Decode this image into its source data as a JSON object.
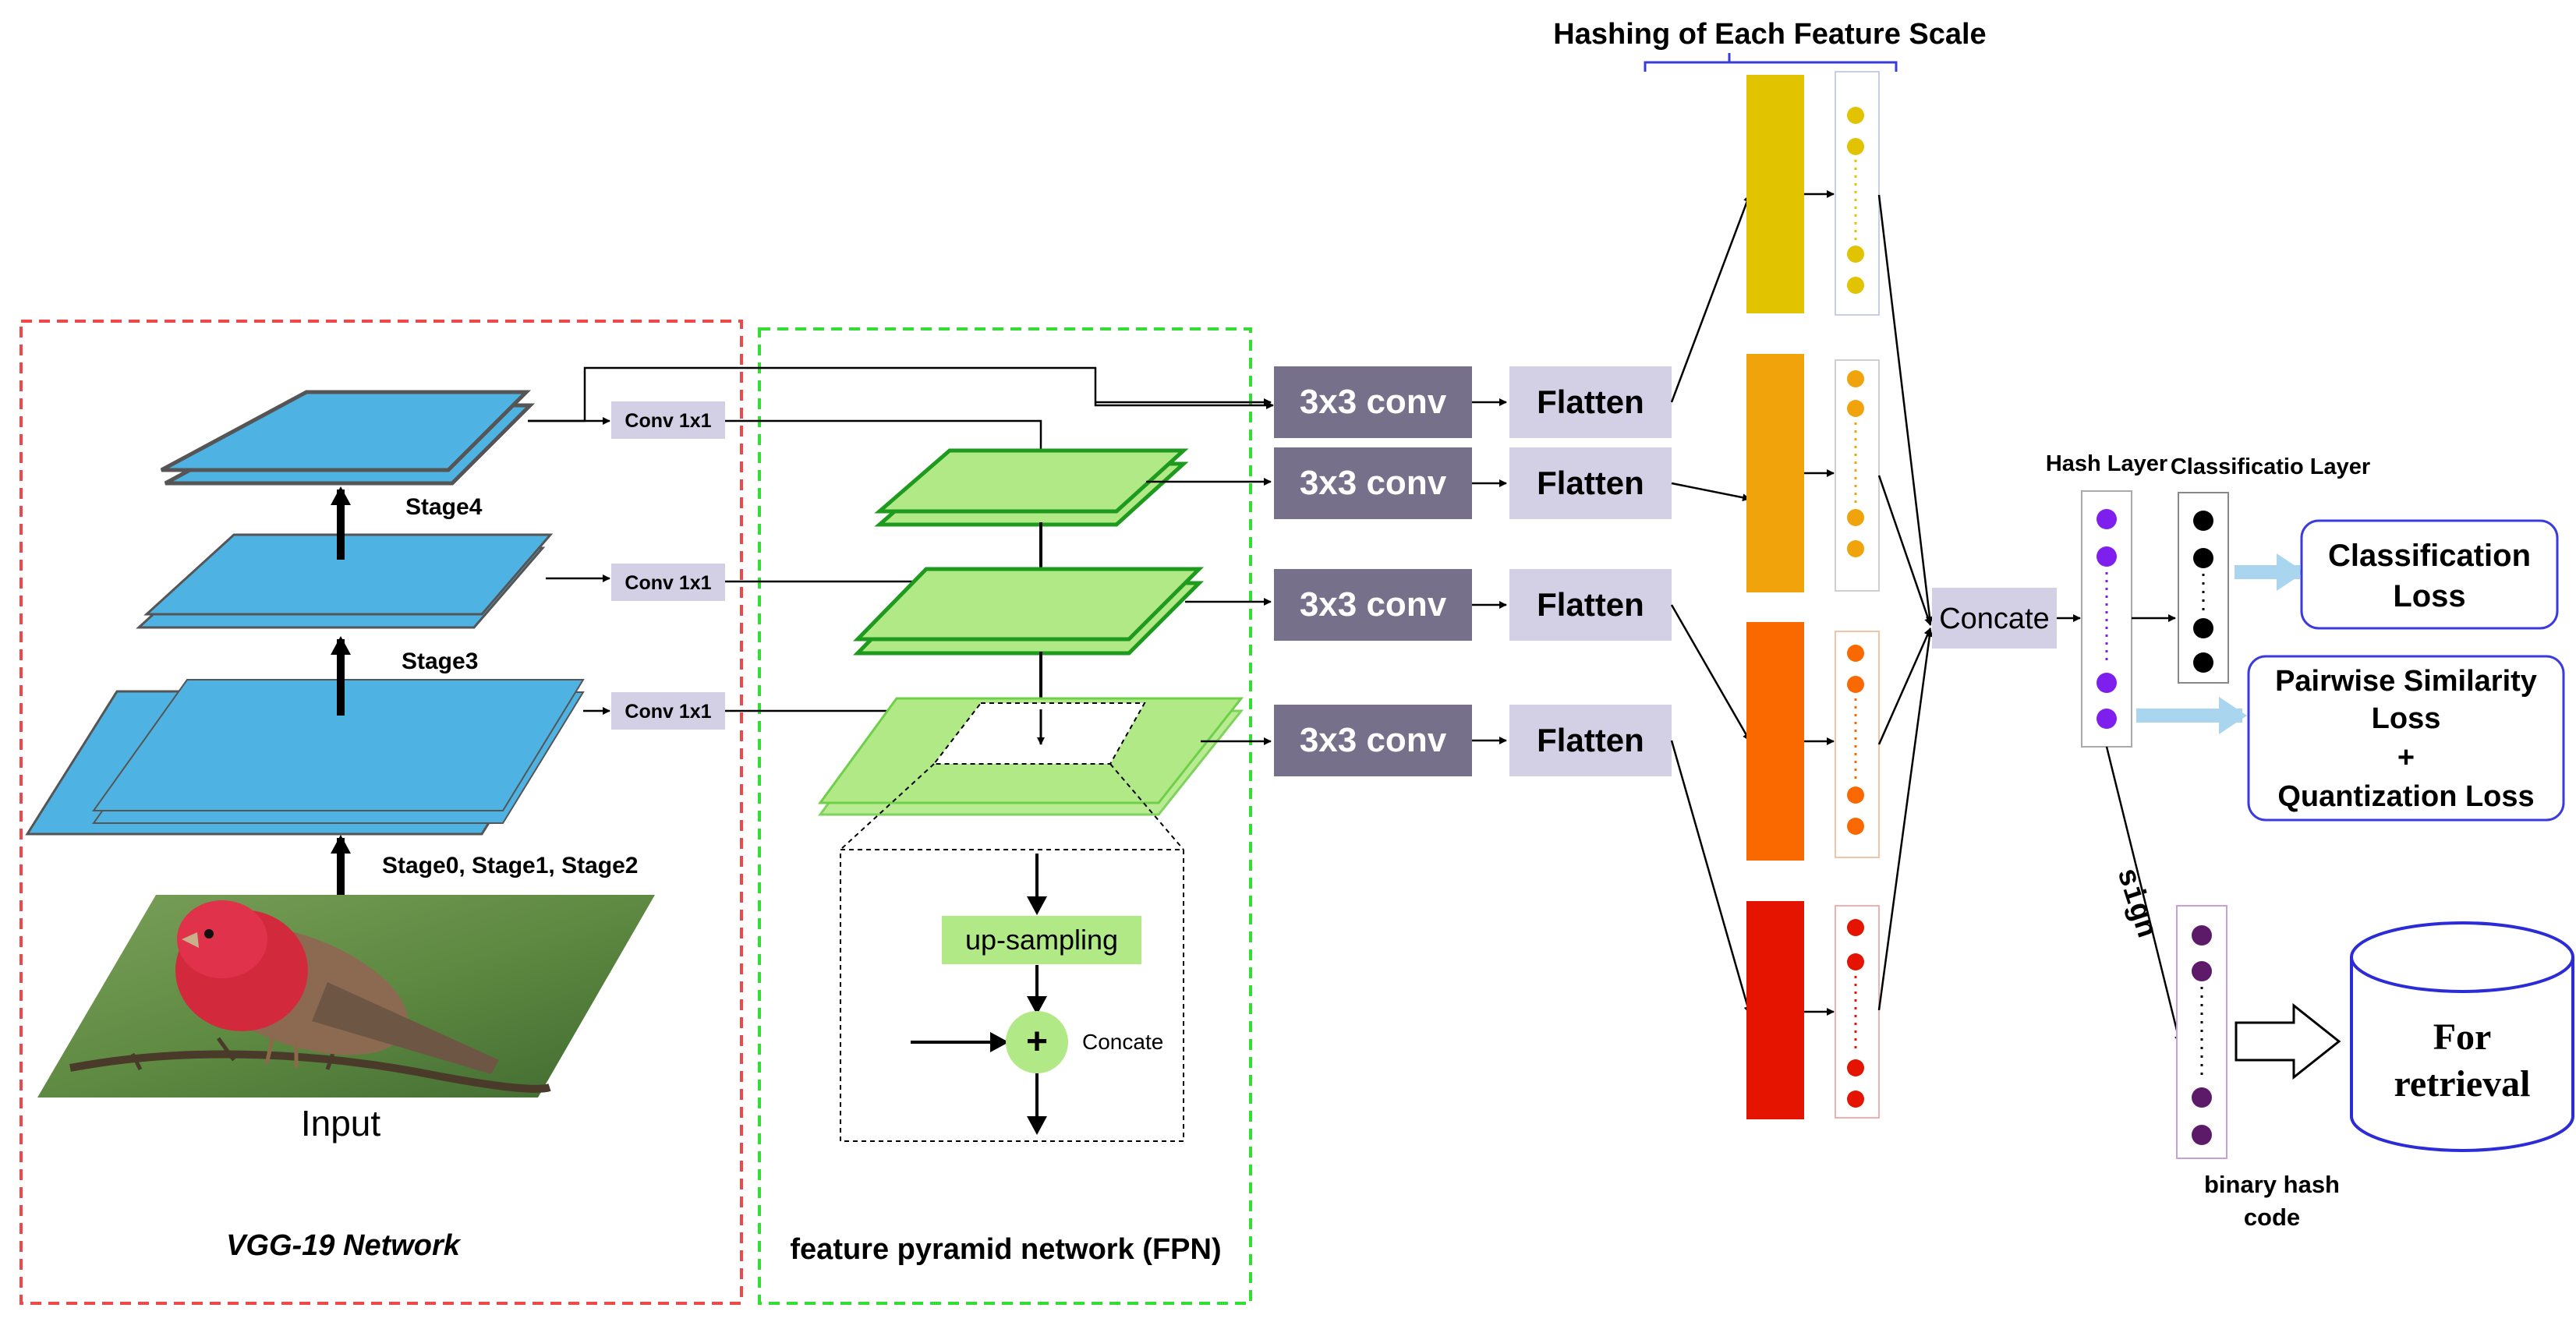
{
  "vgg": {
    "network_label": "VGG-19 Network",
    "input_label": "Input",
    "stage4": "Stage4",
    "stage3": "Stage3",
    "stage012": "Stage0, Stage1, Stage2",
    "conv1x1": "Conv 1x1"
  },
  "fpn": {
    "network_label": "feature pyramid network (FPN)",
    "upsampling": "up-sampling",
    "plus": "+",
    "concate": "Concate"
  },
  "conv3x3": "3x3 conv",
  "flatten": "Flatten",
  "hashing_title": "Hashing of Each Feature Scale",
  "concat_box": "Concate",
  "hash_layer": "Hash Layer",
  "classification_layer": "Classificatio Layer",
  "losses": {
    "classification": [
      "Classification",
      "Loss"
    ],
    "pairwise": [
      "Pairwise Similarity",
      "Loss",
      "+",
      "Quantization Loss"
    ]
  },
  "sign": "sign",
  "retrieval": [
    "For",
    "retrieval"
  ],
  "binary": [
    "binary hash",
    "code"
  ],
  "colors": {
    "vgg_box": "#f04848",
    "fpn_box": "#33dd33",
    "vgg_layer": "#4eb3e3",
    "fpn_layer": "#b2e987",
    "fpn_edge": "#1e9a1e",
    "conv_box": "#77708a",
    "flatten_box": "#d3d0e6",
    "scale1": "#e2c300",
    "scale2": "#f0a30a",
    "scale3": "#fa6800",
    "scale4": "#e51400",
    "hash_dot": "#7f1fee",
    "binary_dot": "#5d1a68",
    "loss_arrow": "#a9d5ee",
    "loss_border": "#3b3bdd"
  }
}
